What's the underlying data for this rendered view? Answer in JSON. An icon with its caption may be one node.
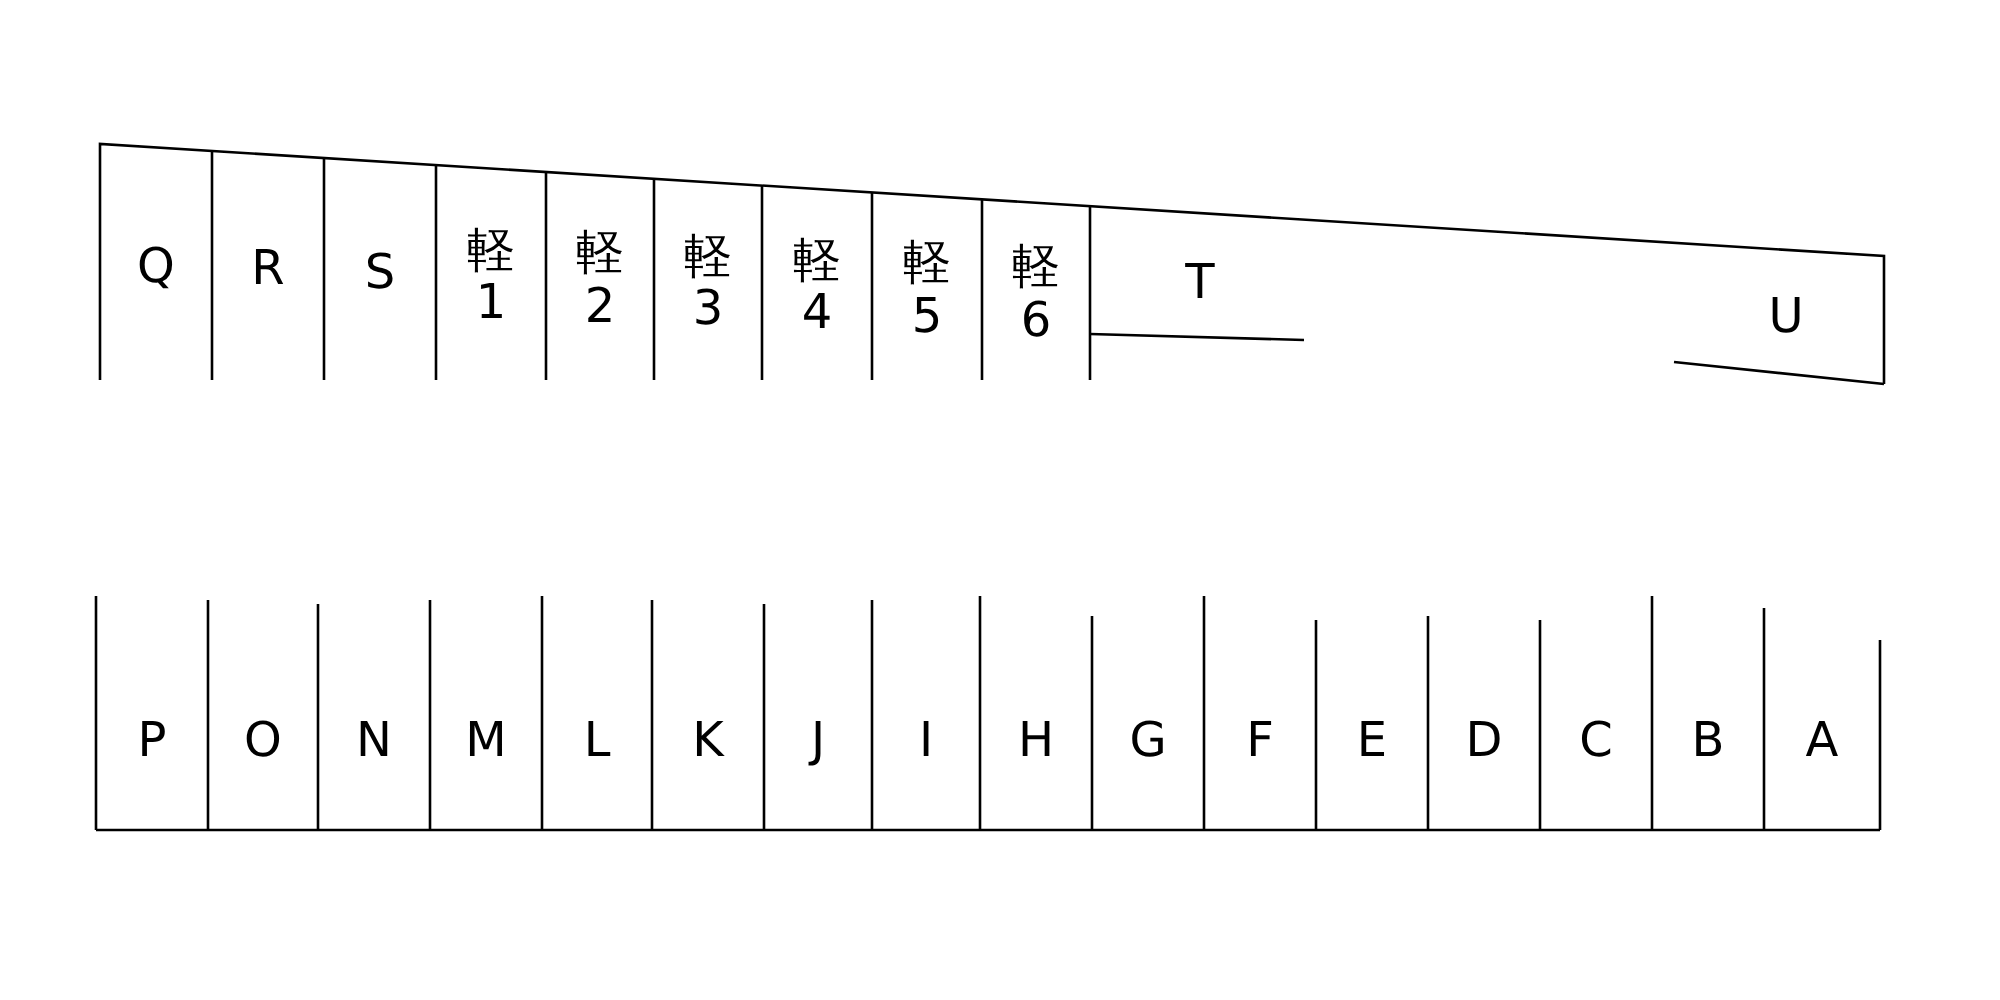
{
  "diagram": {
    "nodes": [
      {
        "text": [
          "Q"
        ]
      },
      {
        "text": [
          "R"
        ]
      },
      {
        "text": [
          "S"
        ]
      },
      {
        "text": [
          "軽1"
        ]
      },
      {
        "text": [
          "軽2"
        ]
      },
      {
        "text": [
          "軽3"
        ]
      },
      {
        "text": [
          "軽4"
        ]
      },
      {
        "text": [
          "軽5"
        ]
      },
      {
        "text": [
          "軽6"
        ]
      },
      {
        "text": [
          "T"
        ]
      },
      {
        "text": [
          "U"
        ]
      },
      {
        "text": [
          "P"
        ]
      },
      {
        "text": [
          "O"
        ]
      },
      {
        "text": [
          "N"
        ]
      },
      {
        "text": [
          "M"
        ]
      },
      {
        "text": [
          "L"
        ]
      },
      {
        "text": [
          "K"
        ]
      },
      {
        "text": [
          "J"
        ]
      },
      {
        "text": [
          "I"
        ]
      },
      {
        "text": [
          "H"
        ]
      },
      {
        "text": [
          "G"
        ]
      },
      {
        "text": [
          "F"
        ]
      },
      {
        "text": [
          "E"
        ]
      },
      {
        "text": [
          "D"
        ]
      },
      {
        "text": [
          "C"
        ]
      },
      {
        "text": [
          "B"
        ]
      },
      {
        "text": [
          "A"
        ]
      }
    ]
  }
}
